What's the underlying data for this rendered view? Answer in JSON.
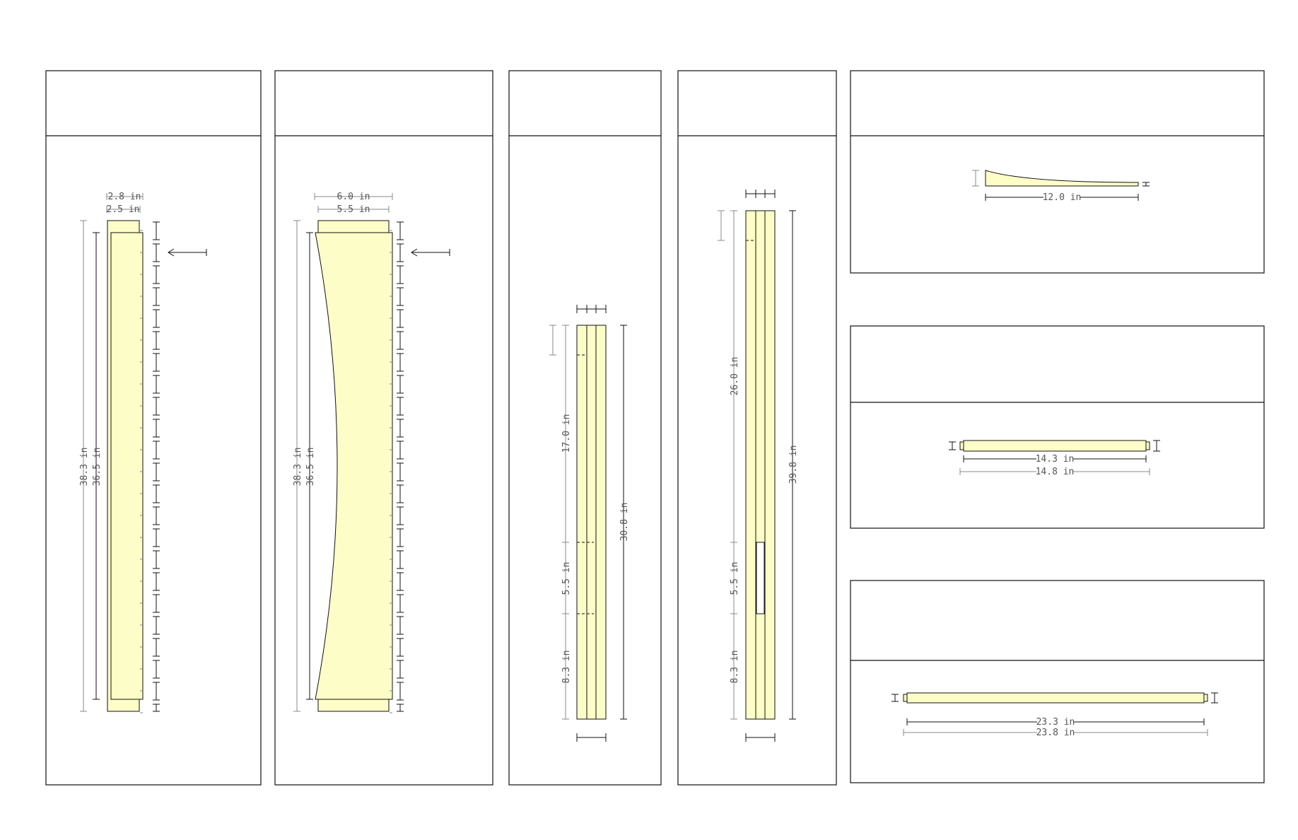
{
  "panels": {
    "leg_outer": {
      "width_a": "2.8 in",
      "width_b": "2.5 in",
      "length_a": "38.3 in",
      "length_b": "36.5 in"
    },
    "leg_curved": {
      "width_a": "6.0 in",
      "width_b": "5.5 in",
      "length_a": "38.3 in",
      "length_b": "36.5 in"
    },
    "rail_short": {
      "seg_top": "17.0 in",
      "seg_mid": "5.5 in",
      "seg_bot": "8.3 in",
      "total": "30.8 in"
    },
    "rail_long": {
      "seg_top": "26.0 in",
      "seg_mid": "5.5 in",
      "seg_bot": "8.3 in",
      "total": "39.8 in"
    },
    "wedge": {
      "length": "12.0 in"
    },
    "stretcher_short": {
      "length_a": "14.3 in",
      "length_b": "14.8 in"
    },
    "stretcher_long": {
      "length_a": "23.3 in",
      "length_b": "23.8 in"
    }
  },
  "colors": {
    "part_fill": "#fdfdc8",
    "line": "#111111",
    "dim_gray": "#888888",
    "text": "#555555"
  }
}
